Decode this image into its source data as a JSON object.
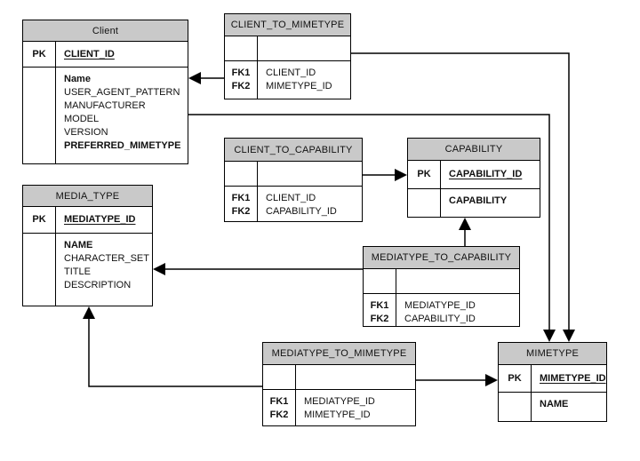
{
  "colors": {
    "header_bg": "#c9c9c9",
    "border": "#000000",
    "background": "#ffffff"
  },
  "tables": {
    "client": {
      "title": "Client",
      "pk_label": "PK",
      "pk_field": "CLIENT_ID",
      "fields": [
        "Name",
        "USER_AGENT_PATTERN",
        "MANUFACTURER",
        "MODEL",
        "VERSION",
        "PREFERRED_MIMETYPE"
      ]
    },
    "client_to_mimetype": {
      "title": "CLIENT_TO_MIMETYPE",
      "fk1_label": "FK1",
      "fk1_field": "CLIENT_ID",
      "fk2_label": "FK2",
      "fk2_field": "MIMETYPE_ID"
    },
    "client_to_capability": {
      "title": "CLIENT_TO_CAPABILITY",
      "fk1_label": "FK1",
      "fk1_field": "CLIENT_ID",
      "fk2_label": "FK2",
      "fk2_field": "CAPABILITY_ID"
    },
    "capability": {
      "title": "CAPABILITY",
      "pk_label": "PK",
      "pk_field": "CAPABILITY_ID",
      "fields": [
        "CAPABILITY"
      ]
    },
    "media_type": {
      "title": "MEDIA_TYPE",
      "pk_label": "PK",
      "pk_field": "MEDIATYPE_ID",
      "fields": [
        "NAME",
        "CHARACTER_SET",
        "TITLE",
        "DESCRIPTION"
      ]
    },
    "mediatype_to_capability": {
      "title": "MEDIATYPE_TO_CAPABILITY",
      "fk1_label": "FK1",
      "fk1_field": "MEDIATYPE_ID",
      "fk2_label": "FK2",
      "fk2_field": "CAPABILITY_ID"
    },
    "mediatype_to_mimetype": {
      "title": "MEDIATYPE_TO_MIMETYPE",
      "fk1_label": "FK1",
      "fk1_field": "MEDIATYPE_ID",
      "fk2_label": "FK2",
      "fk2_field": "MIMETYPE_ID"
    },
    "mimetype": {
      "title": "MIMETYPE",
      "pk_label": "PK",
      "pk_field": "MIMETYPE_ID",
      "fields": [
        "NAME"
      ]
    }
  },
  "relationships": [
    {
      "from": "CLIENT_TO_MIMETYPE.CLIENT_ID",
      "to": "Client"
    },
    {
      "from": "CLIENT_TO_MIMETYPE.MIMETYPE_ID",
      "to": "MIMETYPE"
    },
    {
      "from": "Client.PREFERRED_MIMETYPE",
      "to": "MIMETYPE"
    },
    {
      "from": "CLIENT_TO_CAPABILITY.CAPABILITY_ID",
      "to": "CAPABILITY"
    },
    {
      "from": "MEDIATYPE_TO_CAPABILITY.CAPABILITY_ID",
      "to": "CAPABILITY"
    },
    {
      "from": "MEDIATYPE_TO_CAPABILITY.MEDIATYPE_ID",
      "to": "MEDIA_TYPE"
    },
    {
      "from": "MEDIATYPE_TO_MIMETYPE.MEDIATYPE_ID",
      "to": "MEDIA_TYPE"
    },
    {
      "from": "MEDIATYPE_TO_MIMETYPE.MIMETYPE_ID",
      "to": "MIMETYPE"
    }
  ]
}
